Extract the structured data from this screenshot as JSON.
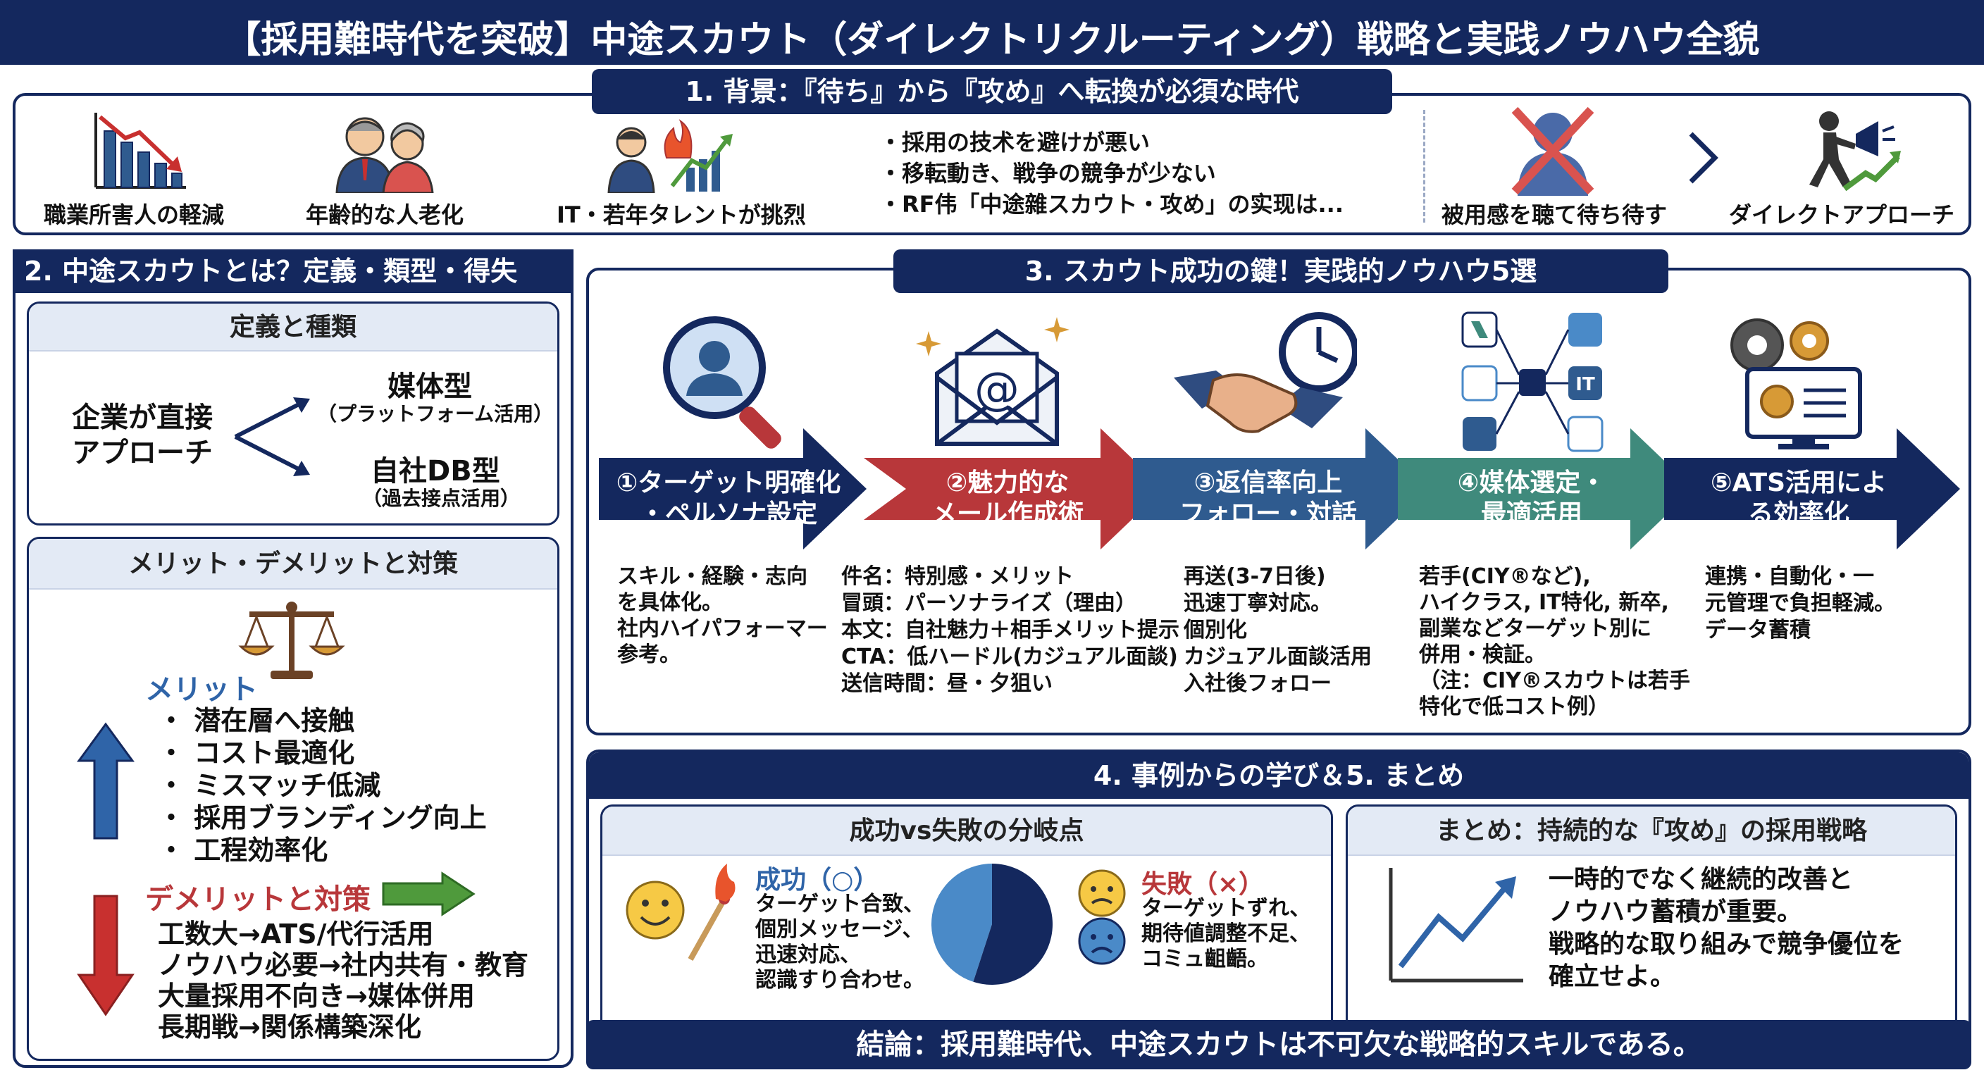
{
  "title": "【採用難時代を突破】中途スカウト（ダイレクトリクルーティング）戦略と実践ノウハウ全貌",
  "section1": {
    "heading": "1. 背景：『待ち』から『攻め』へ転換が必須な時代",
    "items": [
      {
        "label": "職業所害人の軽減",
        "icon": "declining-bar-chart-icon"
      },
      {
        "label": "年齢的な人老化",
        "icon": "elderly-couple-icon"
      },
      {
        "label": "IT・若年タレントが挑烈",
        "icon": "it-talent-growth-icon"
      }
    ],
    "bullets": [
      "・採用の技术を避けが悪い",
      "・移転動き、戦争の競争が少ない",
      "・RF伟「中途雜スカウト・攻め」の实现は..."
    ],
    "shift_from": "被用感を聴て待ち待す",
    "shift_to": "ダイレクトアプローチ"
  },
  "section2": {
    "heading": "2. 中途スカウトとは？定義・類型・得失",
    "definition_title": "定義と種類",
    "root": [
      "企業が直接",
      "アプローチ"
    ],
    "type1": "媒体型",
    "type1_note": "（プラットフォーム活用）",
    "type2": "自社DB型",
    "type2_note": "（過去接点活用）",
    "merit_box_title": "メリット・デメリットと対策",
    "merit_label": "メリット",
    "merits": [
      "・ 潜在層へ接触",
      "・ コスト最適化",
      "・ ミスマッチ低減",
      "・ 採用ブランディング向上",
      "・ 工程効率化"
    ],
    "demerit_label": "デメリットと対策",
    "demerits": [
      "工数大→ATS/代行活用",
      "ノウハウ必要→社内共有・教育",
      "大量採用不向き→媒体併用",
      "長期戦→関係構築深化"
    ]
  },
  "section3": {
    "heading": "3. スカウト成功の鍵！実践的ノウハウ5選",
    "steps": [
      {
        "title": [
          "①ターゲット明確化",
          "・ペルソナ設定"
        ],
        "color": "#14285e",
        "icon": "magnifier-person-icon",
        "body": [
          "スキル・経験・志向",
          "を具体化。",
          "社内ハイパフォーマー",
          "参考。"
        ]
      },
      {
        "title": [
          "②魅力的な",
          "メール作成術"
        ],
        "color": "#b8373a",
        "icon": "email-icon",
        "body": [
          "件名：特別感・メリット",
          "冒頭：パーソナライズ（理由）",
          "本文：自社魅力＋相手メリット提示",
          "CTA：低ハードル(カジュアル面談)",
          "送信時間：昼・夕狙い"
        ]
      },
      {
        "title": [
          "③返信率向上",
          "フォロー・対話"
        ],
        "color": "#2f5b8f",
        "icon": "handshake-clock-icon",
        "body": [
          "再送(3-7日後)",
          "迅速丁寧対応。",
          "個別化",
          "カジュアル面談活用",
          "入社後フォロー"
        ]
      },
      {
        "title": [
          "④媒体選定・",
          "最適活用"
        ],
        "color": "#3f8a7c",
        "icon": "platform-network-icon",
        "body": [
          "若手(CIY®など),",
          "ハイクラス, IT特化, 新卒,",
          "副業などターゲット別に",
          "併用・検証。",
          "（注：CIY®スカウトは若手",
          "特化で低コスト例）"
        ]
      },
      {
        "title": [
          "⑤ATS活用によ",
          "る効率化"
        ],
        "color": "#14285e",
        "icon": "gears-monitor-icon",
        "body": [
          "連携・自動化・一",
          "元管理で負担軽減。",
          "データ蓄積"
        ]
      }
    ]
  },
  "section4": {
    "heading": "4. 事例からの学び＆5. まとめ",
    "compare_title": "成功vs失敗の分岐点",
    "success_label": "成功（○）",
    "success_body": [
      "ターゲット合致、",
      "個別メッセージ、",
      "迅速対応、",
      "認識すり合わせ。"
    ],
    "fail_label": "失敗（×）",
    "fail_body": [
      "ターゲットずれ、",
      "期待値調整不足、",
      "コミュ齟齬。"
    ],
    "pie": {
      "success_share": 0.55,
      "success_color": "#14285e",
      "fail_color": "#4a8ac8"
    },
    "summary_title": "まとめ：持続的な『攻め』の採用戦略",
    "summary_body": [
      "一時的でなく継続的改善と",
      "ノウハウ蓄積が重要。",
      "戦略的な取り組みで競争優位を",
      "確立せよ。"
    ]
  },
  "conclusion": "結論：採用難時代、中途スカウトは不可欠な戦略的スキルである。",
  "colors": {
    "navy": "#14285e",
    "red": "#b8373a",
    "blue": "#2f5b8f",
    "teal": "#3f8a7c",
    "green": "#4f9a3c"
  }
}
